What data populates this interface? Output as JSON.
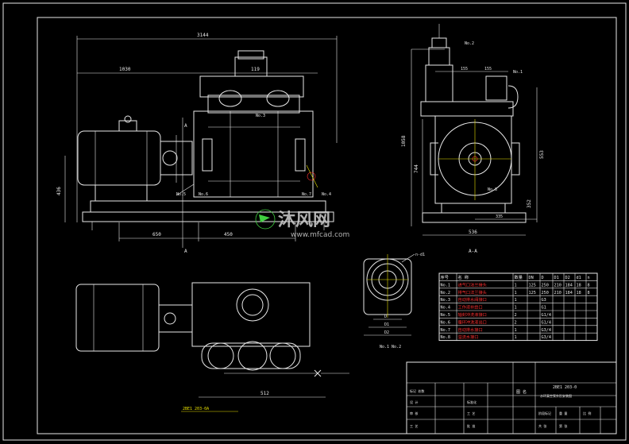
{
  "views": {
    "front": {
      "dim_overall": "3144",
      "dim_left": "1030",
      "dim_right": "119",
      "dim_bottom_a": "650",
      "dim_bottom_b": "450",
      "dim_height": "436",
      "nozzles": [
        "No.3",
        "No.5",
        "No.6",
        "No.7",
        "No.4"
      ],
      "section_mark": "A"
    },
    "side": {
      "label": "A-A",
      "dim_top": "No.2",
      "dim_a": "155",
      "dim_b": "155",
      "dim_c": "No.1",
      "dim_height": "1058",
      "dim_mid": "744",
      "dim_right": "553",
      "dim_low": "352",
      "dim_base": "335",
      "dim_width": "536",
      "nozzle": "No.8"
    },
    "flange": {
      "label": "No.1 No.2",
      "dims": [
        "D",
        "D1",
        "D2"
      ],
      "n_label": "n-d1"
    },
    "plan": {
      "dim": "512",
      "note_label": "2BE1 203-0A"
    }
  },
  "table": {
    "headers": [
      "序号",
      "名 称",
      "数量",
      "DN",
      "D",
      "D1",
      "D2",
      "d1",
      "n"
    ],
    "rows": [
      [
        "No.1",
        "进气口法兰接头",
        "1",
        "125",
        "250",
        "210",
        "184",
        "18",
        "8"
      ],
      [
        "No.2",
        "排气口法兰接头",
        "1",
        "125",
        "250",
        "210",
        "184",
        "18",
        "8"
      ],
      [
        "No.3",
        "自动排水阀接口",
        "1",
        "",
        "G3",
        "",
        "",
        "",
        ""
      ],
      [
        "No.4",
        "工作液补给口",
        "1",
        "",
        "G1",
        "",
        "",
        "",
        ""
      ],
      [
        "No.5",
        "轴封冲洗液接口",
        "2",
        "",
        "G1/4",
        "",
        "",
        "",
        ""
      ],
      [
        "No.6",
        "循环冲洗液出口",
        "2",
        "",
        "G1/4",
        "",
        "",
        "",
        ""
      ],
      [
        "No.7",
        "自动排水接口",
        "1",
        "",
        "G3/4",
        "",
        "",
        "",
        ""
      ],
      [
        "No.8",
        "溢流水接口",
        "1",
        "",
        "G3/4",
        "",
        "",
        "",
        ""
      ]
    ]
  },
  "title_block": {
    "drawing_no": "2BE1 203-0",
    "drawing_name": "水环真空泵外形安装图",
    "label_scale": "图 名",
    "rows": [
      [
        "标记 处数",
        "",
        "",
        ""
      ],
      [
        "设 计",
        "",
        "标准化",
        ""
      ],
      [
        "审 核",
        "",
        "工 艺",
        ""
      ],
      [
        "工 艺",
        "",
        "批 准",
        ""
      ]
    ],
    "right_cells": [
      "阶段标记",
      "重 量",
      "比 例",
      "共 张",
      "第 张"
    ]
  },
  "watermark": {
    "logo": "沐风网",
    "url": "www.mfcad.com"
  }
}
